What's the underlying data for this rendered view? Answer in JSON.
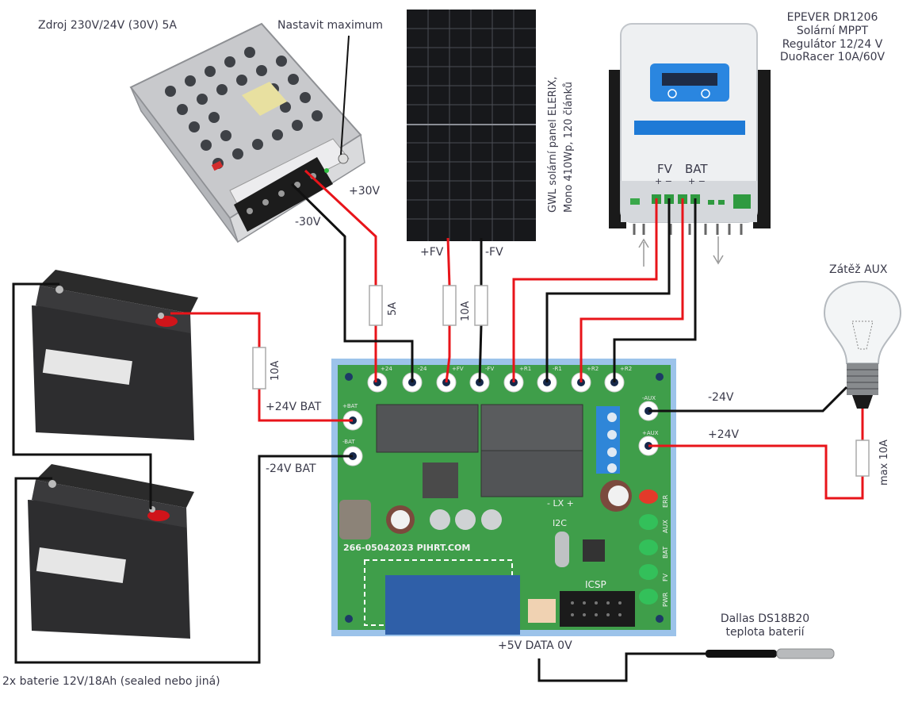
{
  "title": "Solar charging wiring diagram",
  "labels": {
    "psu_title": "Zdroj 230V/24V (30V) 5A",
    "psu_adjust": "Nastavit maximum",
    "psu_plus": "+30V",
    "psu_minus": "-30V",
    "panel_desc_line1": "GWL solární panel ELERIX,",
    "panel_desc_line2": "Mono 410Wp, 120 článků",
    "panel_plus": "+FV",
    "panel_minus": "-FV",
    "mppt_line1": "EPEVER DR1206",
    "mppt_line2": "Solární MPPT",
    "mppt_line3": "Regulátor 12/24 V",
    "mppt_line4": "DuoRacer 10A/60V",
    "mppt_fv": "FV",
    "mppt_bat": "BAT",
    "mppt_fv_pol": "+ −",
    "mppt_bat_pol": "+ −",
    "fuse_psu": "5A",
    "fuse_panel": "10A",
    "fuse_battery": "10A",
    "fuse_load": "max 10A",
    "bat_plus": "+24V BAT",
    "bat_minus": "-24V BAT",
    "battery_desc": "2x baterie 12V/18Ah (sealed nebo jiná)",
    "load_title": "Zátěž AUX",
    "load_minus": "-24V",
    "load_plus": "+24V",
    "sensor_title_line1": "Dallas DS18B20",
    "sensor_title_line2": "teplota baterií",
    "sensor_pins": "+5V DATA 0V",
    "pcb_id": "266-05042023 PIHRT.COM",
    "pcb_i2c": "I2C",
    "pcb_icsp": "ICSP",
    "pcb_lx": "- LX +",
    "pcb_terminals": [
      "+24",
      "-24",
      "+FV",
      "-FV",
      "+R1",
      "-R1",
      "+R2",
      "+R2"
    ],
    "pcb_side_terminals": [
      "+BAT",
      "-BAT",
      "-AUX",
      "+AUX"
    ],
    "pcb_leds": [
      "ERR",
      "AUX",
      "BAT",
      "FV",
      "PWR"
    ]
  },
  "colors": {
    "wire_positive": "#e8141a",
    "wire_negative": "#111111",
    "pcb_green": "#3f9e4a",
    "pcb_border": "#9cc3ea",
    "mppt_blue": "#1e7ad6"
  }
}
